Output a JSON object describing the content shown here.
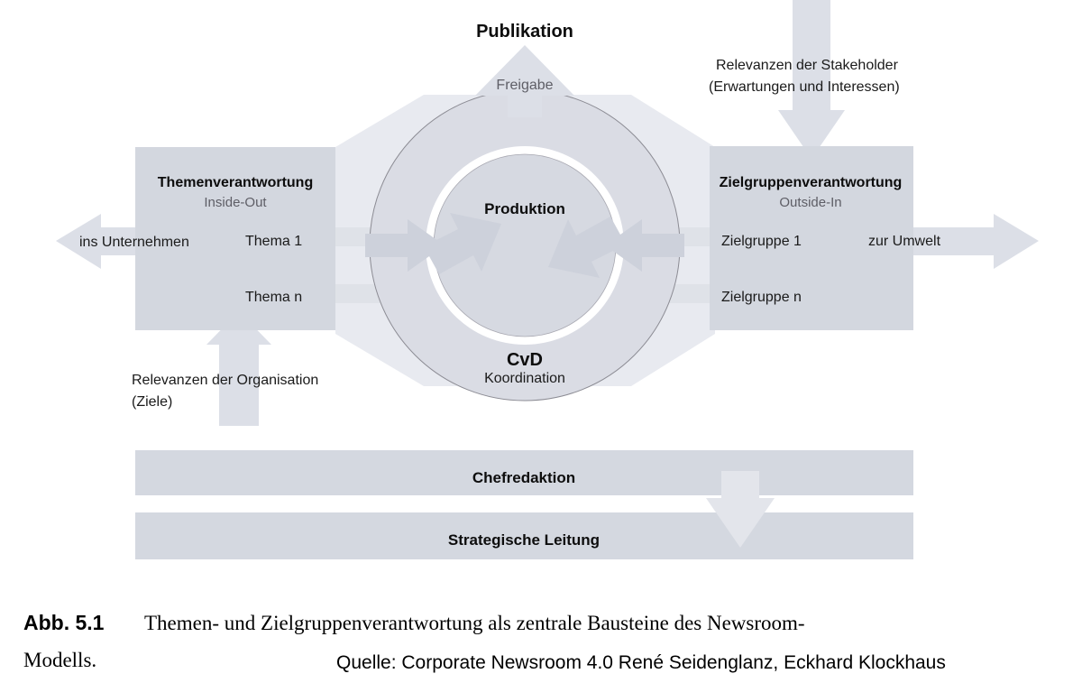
{
  "figure": {
    "center": {
      "outer_ring_title": "CvD",
      "outer_ring_subtitle": "Koordination",
      "inner_circle_title": "Produktion"
    },
    "top": {
      "publication_label": "Publikation",
      "release_arrow_label": "Freigabe"
    },
    "left_block": {
      "title": "Themenverantwortung",
      "subtitle": "Inside-Out",
      "row_1": "Thema 1",
      "row_n": "Thema n",
      "outward_arrow_label": "ins Unternehmen",
      "inbound_arrow_line1": "Relevanzen der Organisation",
      "inbound_arrow_line2": "(Ziele)"
    },
    "right_block": {
      "title": "Zielgruppenverantwortung",
      "subtitle": "Outside-In",
      "row_1": "Zielgruppe 1",
      "row_n": "Zielgruppe n",
      "outward_arrow_label": "zur Umwelt",
      "inbound_arrow_line1": "Relevanzen der Stakeholder",
      "inbound_arrow_line2": "(Erwartungen und Interessen)"
    },
    "bottom_bars": [
      {
        "label": "Chefredaktion"
      },
      {
        "label": "Strategische Leitung"
      }
    ]
  },
  "caption": {
    "number": "Abb. 5.1",
    "text_line1": "Themen- und Zielgruppenverantwortung als zentrale Bausteine des Newsroom-",
    "text_line2": "Modells.",
    "source": "Quelle: Corporate Newsroom 4.0 René Seidenglanz, Eckhard Klockhaus"
  },
  "colors": {
    "box_fill": "#d3d7df",
    "band_fill": "#dfe2e8",
    "arrow_fill": "#dcdfe7",
    "hex_fill": "#e8eaf0",
    "outer_circle_fill": "#dadce4",
    "inner_circle_fill": "#d6d9e1",
    "circle_stroke": "#8c8c94",
    "inner_arrow_fill": "#cfd3dc",
    "bar_fill": "#d4d8e0",
    "white": "#ffffff"
  }
}
